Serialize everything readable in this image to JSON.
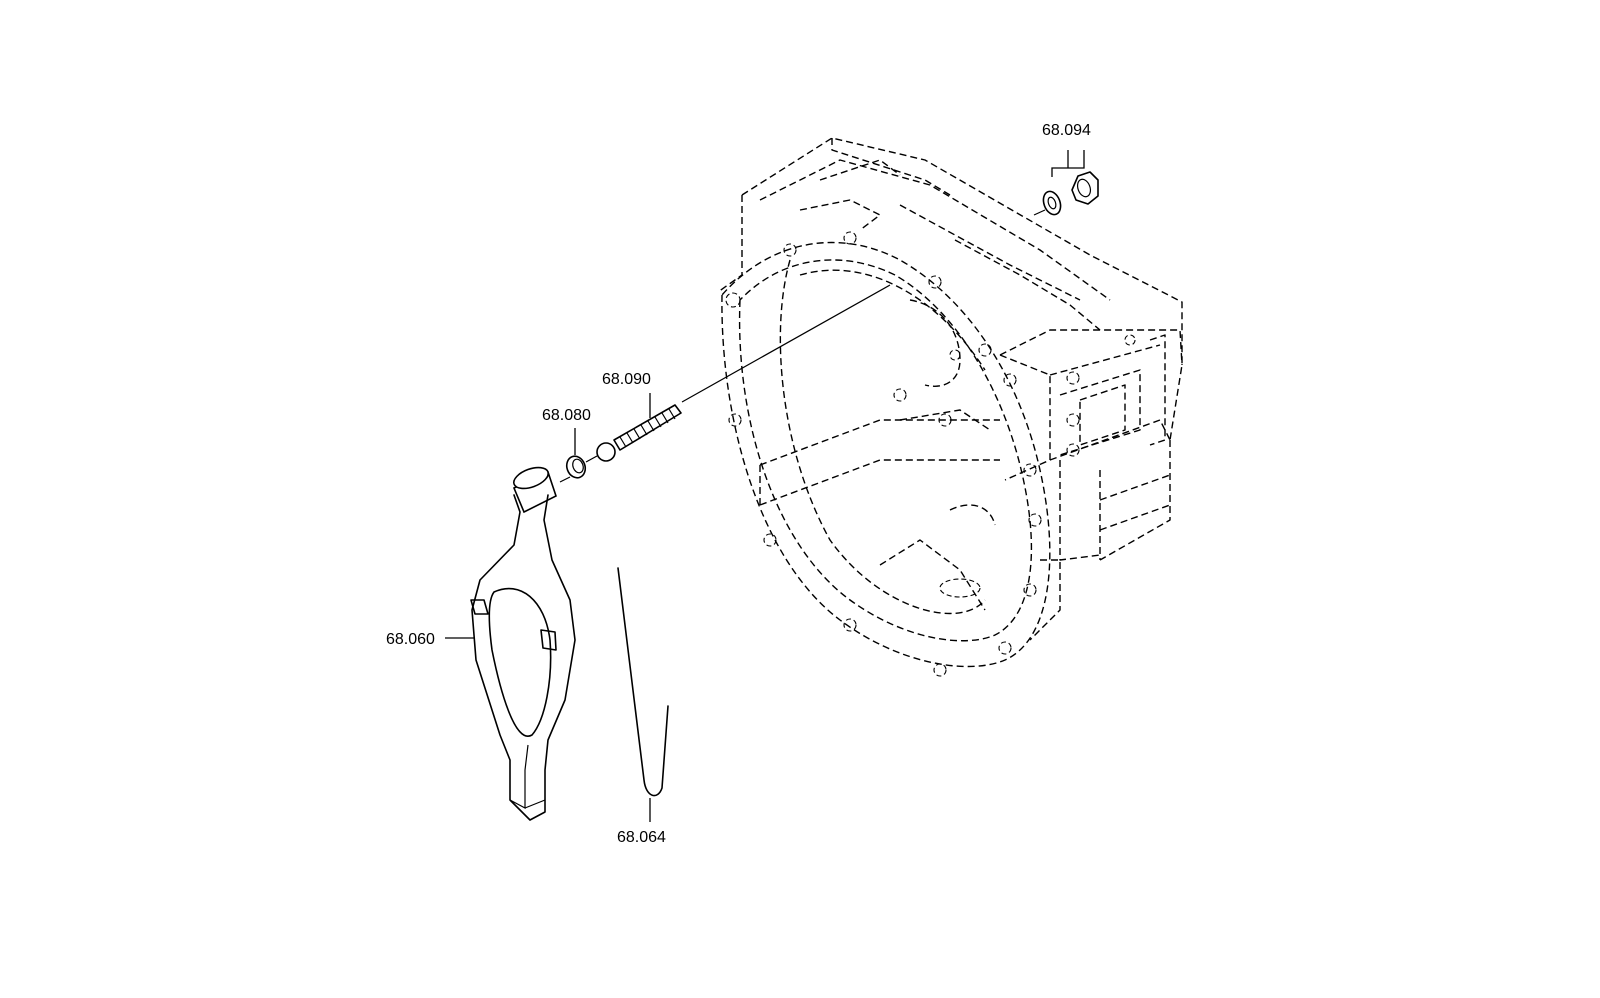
{
  "parts": {
    "p68094": {
      "number": "68.094",
      "icon": "nut-and-washer-icon"
    },
    "p68090": {
      "number": "68.090",
      "icon": "stud-bolt-icon"
    },
    "p68080": {
      "number": "68.080",
      "icon": "bushing-icon"
    },
    "p68060": {
      "number": "68.060",
      "icon": "release-fork-icon"
    },
    "p68064": {
      "number": "68.064",
      "icon": "spring-clip-icon"
    }
  }
}
